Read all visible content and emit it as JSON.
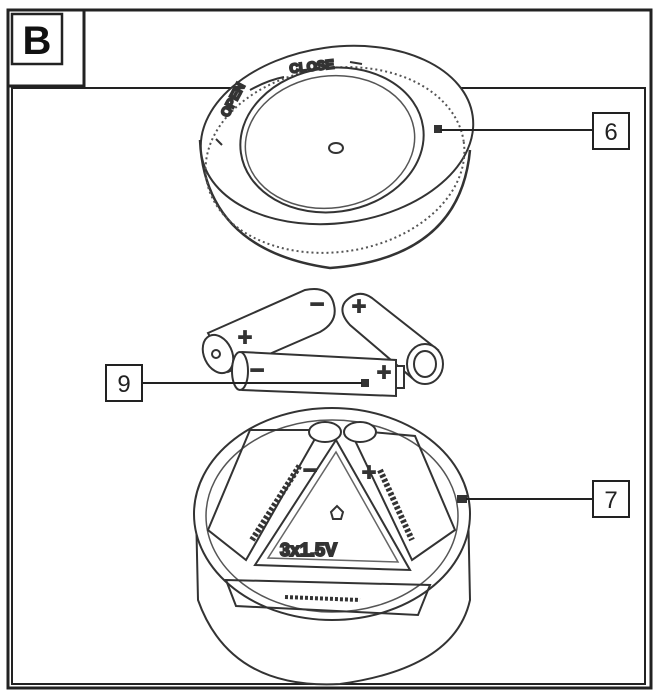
{
  "panel_label": "B",
  "callouts": [
    {
      "id": "6",
      "label": "6"
    },
    {
      "id": "9",
      "label": "9"
    },
    {
      "id": "7",
      "label": "7"
    }
  ],
  "lid_text": {
    "open": "OPEN",
    "close": "CLOSE"
  },
  "battery_marks": {
    "plus": "+",
    "minus": "−"
  },
  "holder_text": {
    "voltage": "3x1.5V"
  }
}
